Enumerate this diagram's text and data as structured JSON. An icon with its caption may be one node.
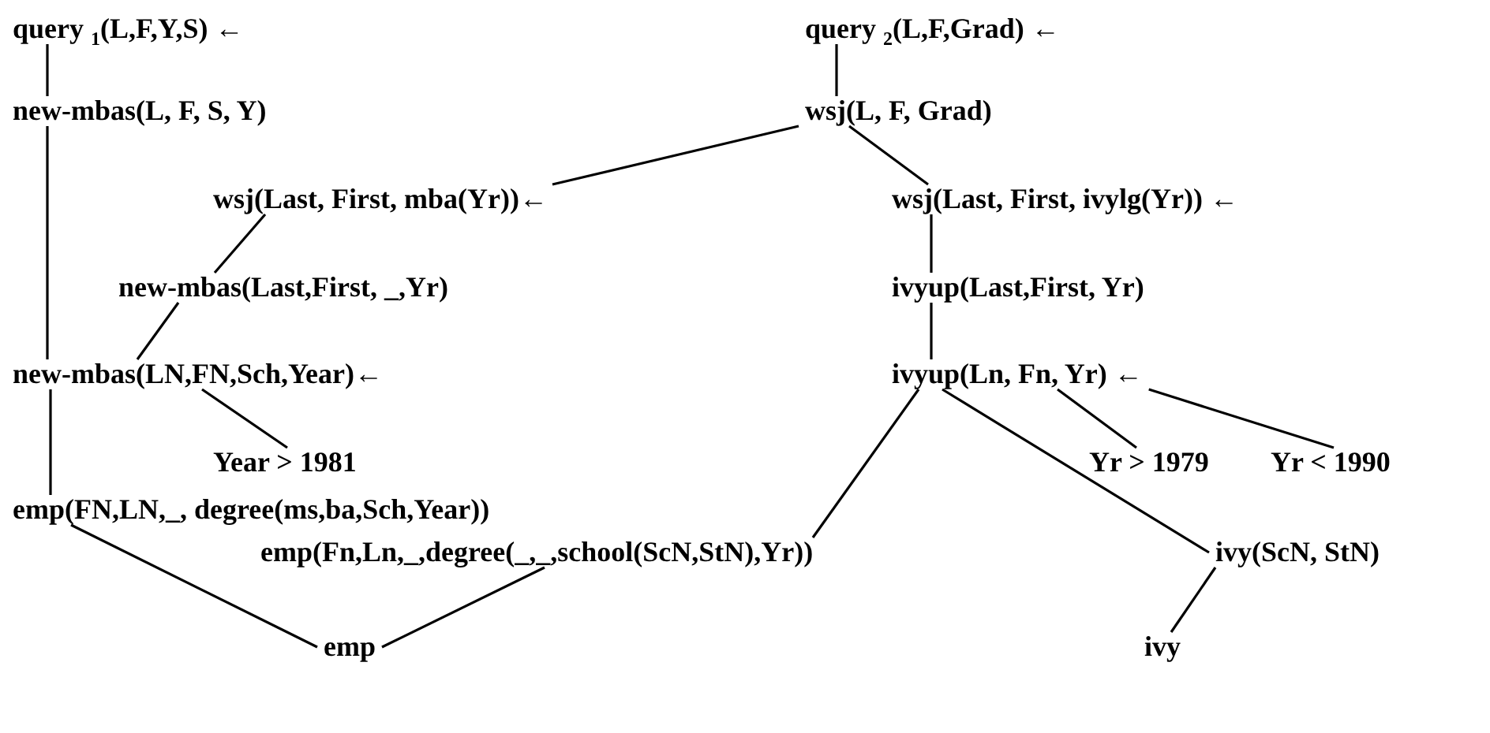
{
  "diagram": {
    "nodes": [
      {
        "text": [
          "query $_{1}$(L,F,Y,S) ←"
        ]
      },
      {
        "text": [
          "query $_{2}$(L,F,Grad) ←"
        ]
      },
      {
        "text": [
          "new-mbas(L, F, S, Y)"
        ]
      },
      {
        "text": [
          "wsj(L, F, Grad)"
        ]
      },
      {
        "text": [
          "wsj(Last, First, mba(Yr))←"
        ]
      },
      {
        "text": [
          "wsj(Last, First, ivylg(Yr)) ←"
        ]
      },
      {
        "text": [
          "new-mbas(Last,First, _,Yr)"
        ]
      },
      {
        "text": [
          "ivyup(Last,First, Yr)"
        ]
      },
      {
        "text": [
          "new-mbas(LN,FN,Sch,Year)←"
        ]
      },
      {
        "text": [
          "ivyup(Ln, Fn, Yr) ←"
        ]
      },
      {
        "text": [
          "Year > 1981"
        ]
      },
      {
        "text": [
          "Yr > 1979"
        ]
      },
      {
        "text": [
          "Yr < 1990"
        ]
      },
      {
        "text": [
          "emp(FN,LN,_, degree(ms,ba,Sch,Year))"
        ]
      },
      {
        "text": [
          "emp(Fn,Ln,_,degree(_,_,school(ScN,StN),Yr))"
        ]
      },
      {
        "text": [
          "ivy(ScN, StN)"
        ]
      },
      {
        "text": [
          "emp"
        ]
      },
      {
        "text": [
          "ivy"
        ]
      }
    ],
    "edges": [
      {
        "from": 0,
        "to": 2,
        "arrow": "none"
      },
      {
        "from": 1,
        "to": 3,
        "arrow": "none"
      },
      {
        "from": 2,
        "to": 8,
        "arrow": "none"
      },
      {
        "from": 3,
        "to": 4,
        "arrow": "none"
      },
      {
        "from": 3,
        "to": 5,
        "arrow": "none"
      },
      {
        "from": 4,
        "to": 6,
        "arrow": "none"
      },
      {
        "from": 5,
        "to": 7,
        "arrow": "none"
      },
      {
        "from": 6,
        "to": 8,
        "arrow": "none"
      },
      {
        "from": 7,
        "to": 9,
        "arrow": "none"
      },
      {
        "from": 8,
        "to": 10,
        "arrow": "none"
      },
      {
        "from": 8,
        "to": 13,
        "arrow": "none"
      },
      {
        "from": 9,
        "to": 11,
        "arrow": "none"
      },
      {
        "from": 9,
        "to": 12,
        "arrow": "none"
      },
      {
        "from": 9,
        "to": 14,
        "arrow": "none"
      },
      {
        "from": 9,
        "to": 15,
        "arrow": "none"
      },
      {
        "from": 13,
        "to": 16,
        "arrow": "none"
      },
      {
        "from": 14,
        "to": 16,
        "arrow": "none"
      },
      {
        "from": 15,
        "to": 17,
        "arrow": "none"
      }
    ]
  }
}
